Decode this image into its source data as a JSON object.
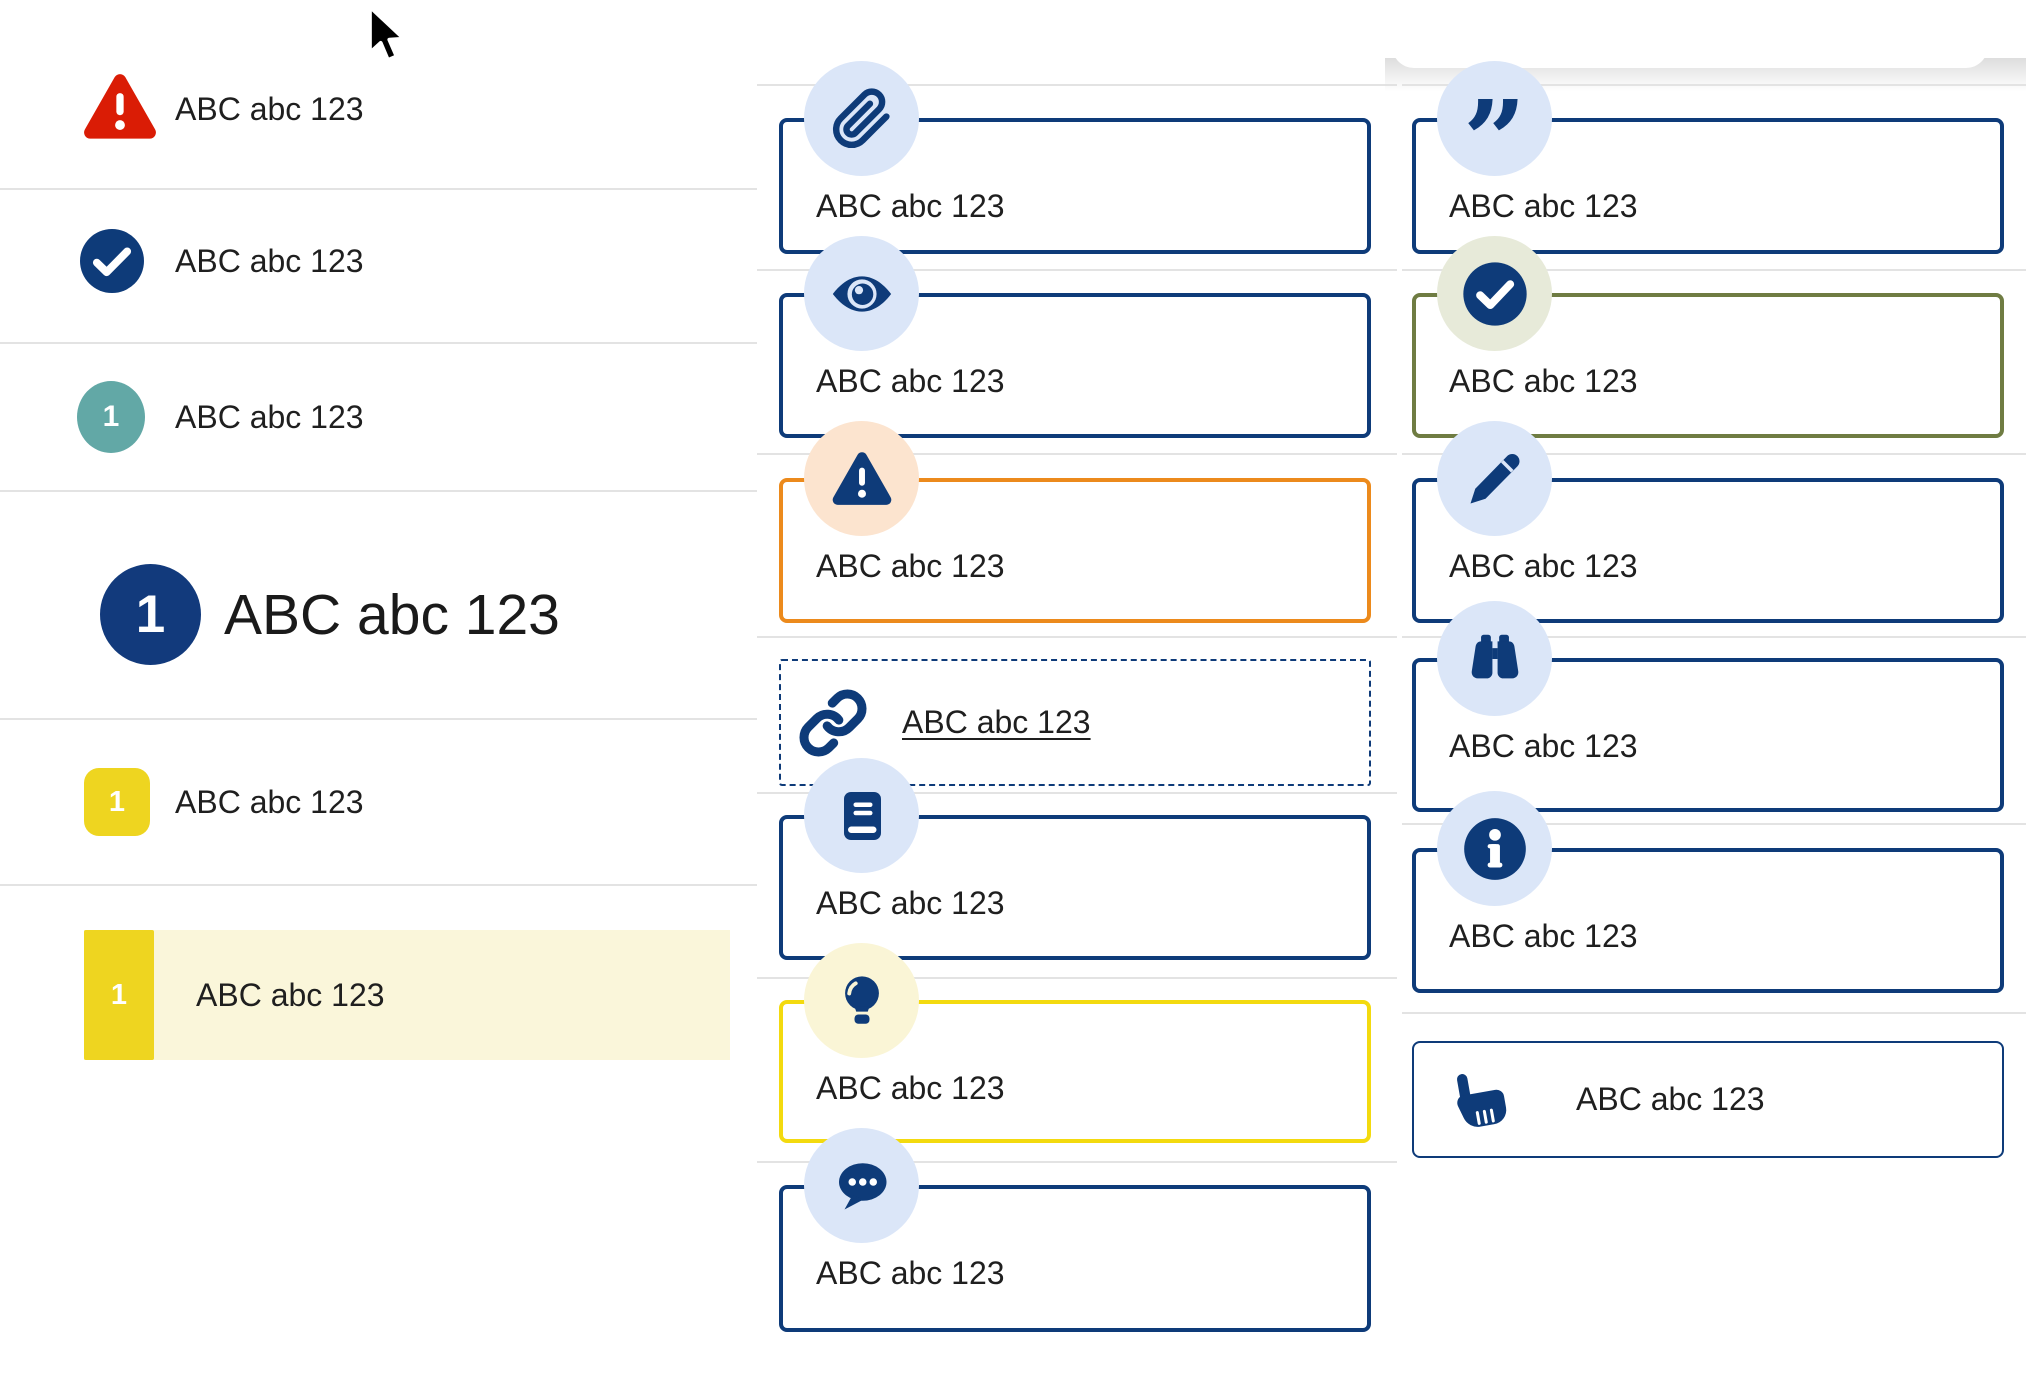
{
  "colors": {
    "navy": "#0e3b79",
    "red": "#da1c05",
    "teal": "#62a8a6",
    "yellow_badge": "#eed520",
    "yellow_border": "#f3da0f",
    "orange_border": "#ec8a1c",
    "olive_border": "#6f7c42",
    "light_blue_circle": "#dbe6f8",
    "peach_circle": "#fce4cf",
    "sage_circle": "#e7ead9",
    "pale_yellow_circle": "#faf5d6",
    "highlight_row": "#faf6da",
    "divider": "#e3e3e3",
    "text": "#1f1f1f"
  },
  "left_column": {
    "items": [
      {
        "name": "alert-item",
        "icon": "warning-triangle-icon",
        "label": "ABC abc 123"
      },
      {
        "name": "success-item",
        "icon": "check-circle-icon",
        "label": "ABC abc 123"
      },
      {
        "name": "numbered-item-teal",
        "icon": "number-badge-circle",
        "badge": "1",
        "label": "ABC abc 123"
      },
      {
        "name": "numbered-heading",
        "icon": "number-badge-circle-large",
        "badge": "1",
        "label": "ABC abc 123"
      },
      {
        "name": "numbered-item-yellow",
        "icon": "number-badge-square",
        "badge": "1",
        "label": "ABC abc 123"
      },
      {
        "name": "numbered-item-yellow-highlighted",
        "icon": "number-badge-square",
        "badge": "1",
        "label": "ABC abc 123"
      }
    ]
  },
  "middle_column": {
    "callouts": [
      {
        "icon": "paperclip-icon",
        "label": "ABC abc 123",
        "border": "#0e3b79"
      },
      {
        "icon": "eye-icon",
        "label": "ABC abc 123",
        "border": "#0e3b79"
      },
      {
        "icon": "warning-triangle-icon",
        "label": "ABC abc 123",
        "border": "#ec8a1c"
      },
      {
        "icon": "link-icon",
        "label": "ABC abc 123",
        "border": "#0e3b79",
        "style": "dashed",
        "is_link": true
      },
      {
        "icon": "book-icon",
        "label": "ABC abc 123",
        "border": "#0e3b79"
      },
      {
        "icon": "lightbulb-icon",
        "label": "ABC abc 123",
        "border": "#f3da0f"
      },
      {
        "icon": "speech-bubble-icon",
        "label": "ABC abc 123",
        "border": "#0e3b79"
      }
    ]
  },
  "right_column": {
    "callouts": [
      {
        "icon": "quote-icon",
        "label": "ABC abc 123",
        "border": "#0e3b79"
      },
      {
        "icon": "check-circle-icon",
        "label": "ABC abc 123",
        "border": "#6f7c42"
      },
      {
        "icon": "pencil-icon",
        "label": "ABC abc 123",
        "border": "#0e3b79"
      },
      {
        "icon": "binoculars-icon",
        "label": "ABC abc 123",
        "border": "#0e3b79"
      },
      {
        "icon": "info-icon",
        "label": "ABC abc 123",
        "border": "#0e3b79"
      },
      {
        "icon": "hand-pointer-icon",
        "label": "ABC abc 123",
        "border": "#0e3b79",
        "variant": "action"
      }
    ]
  },
  "cursor": {
    "name": "arrow-cursor"
  }
}
